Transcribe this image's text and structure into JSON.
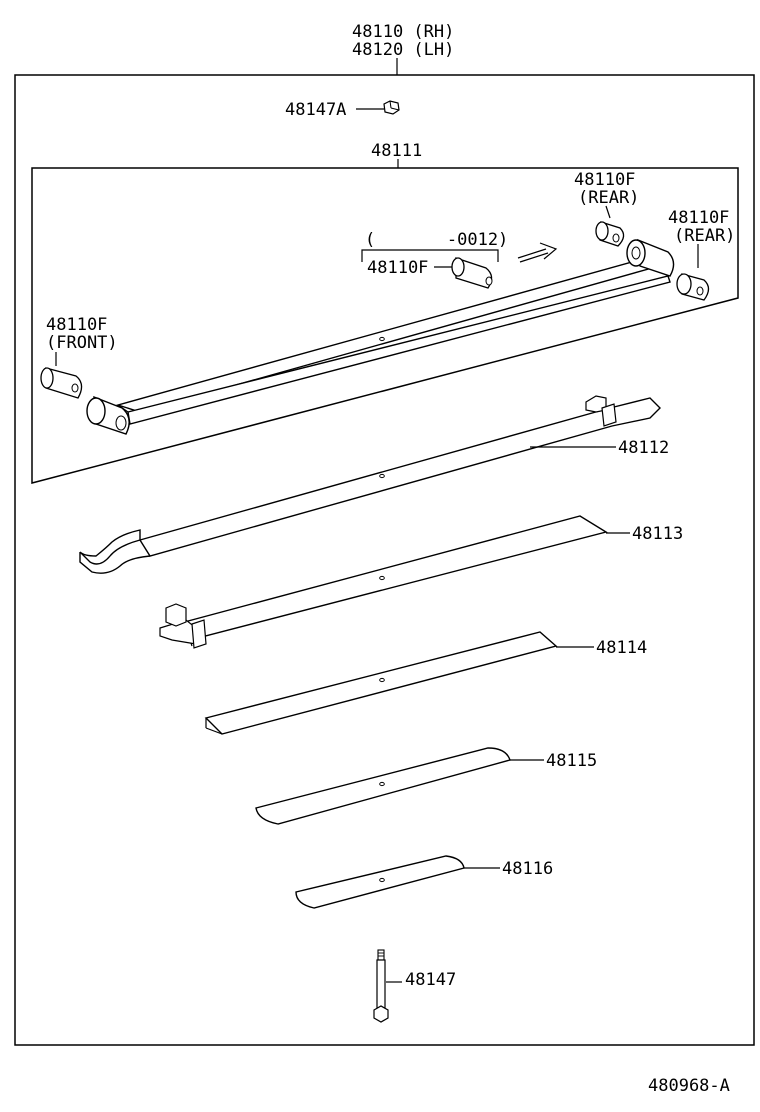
{
  "assembly": {
    "part_rh": "48110 (RH)",
    "part_lh": "48120 (LH)"
  },
  "nut": {
    "part": "48147A"
  },
  "main_leaf": {
    "part": "48111"
  },
  "bushings": {
    "rear_upper": {
      "part": "48110F",
      "note": "(REAR)"
    },
    "rear_lower": {
      "part": "48110F",
      "note": "(REAR)"
    },
    "front": {
      "part": "48110F",
      "note": "(FRONT)"
    },
    "center": {
      "part": "48110F",
      "range": "(       -0012)"
    }
  },
  "leaves": [
    {
      "part": "48112"
    },
    {
      "part": "48113"
    },
    {
      "part": "48114"
    },
    {
      "part": "48115"
    },
    {
      "part": "48116"
    }
  ],
  "center_bolt": {
    "part": "48147"
  },
  "figure_code": "480968-A"
}
